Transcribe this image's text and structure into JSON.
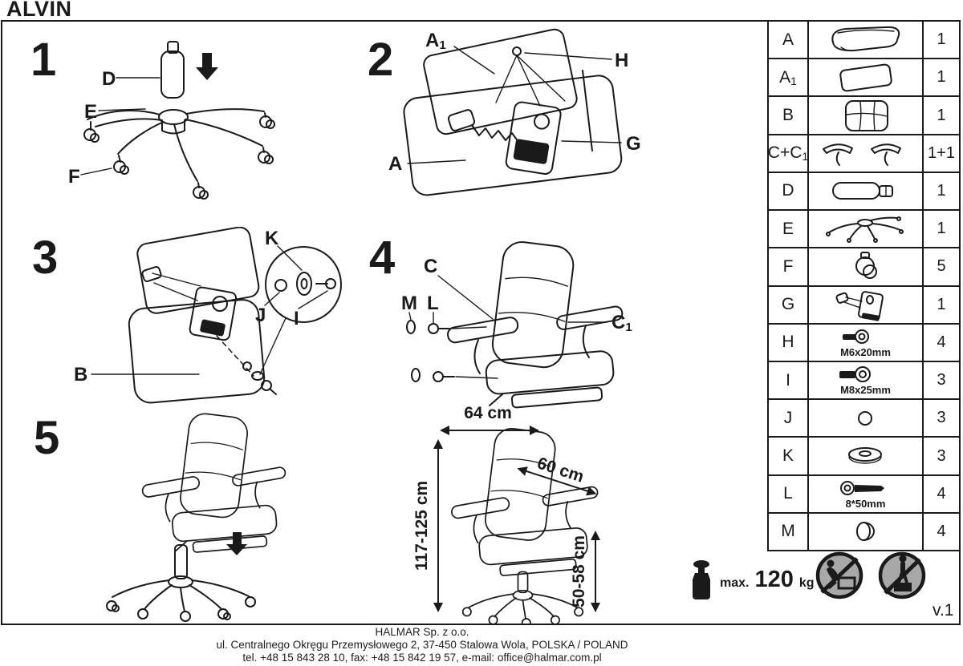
{
  "title": "ALVIN",
  "version": "v.1",
  "step_numbers": {
    "s1": "1",
    "s2": "2",
    "s3": "3",
    "s4": "4",
    "s5": "5"
  },
  "labels": {
    "step1": {
      "d": "D",
      "e": "E",
      "f": "F"
    },
    "step2": {
      "a1_main": "A",
      "a1_sub": "1",
      "h": "H",
      "g": "G",
      "a": "A"
    },
    "step3": {
      "k": "K",
      "j": "J",
      "i": "I",
      "b": "B"
    },
    "step4": {
      "c": "C",
      "m": "M",
      "l": "L",
      "c1_main": "C",
      "c1_sub": "1"
    }
  },
  "dimensions": {
    "width": "64 cm",
    "depth": "60 cm",
    "height": "117-125 cm",
    "seat_height": "50-58 cm"
  },
  "weight_limit": {
    "prefix": "max.",
    "value": "120",
    "unit": "kg"
  },
  "parts_table": {
    "rows": [
      {
        "id": "A",
        "qty": "1",
        "icon": "seat-cushion"
      },
      {
        "id": "A",
        "id_sub": "1",
        "qty": "1",
        "icon": "seat-plate"
      },
      {
        "id": "B",
        "qty": "1",
        "icon": "backrest"
      },
      {
        "id": "C+C",
        "id_sub": "1",
        "qty": "1+1",
        "icon": "armrest-pair"
      },
      {
        "id": "D",
        "qty": "1",
        "icon": "gas-lift"
      },
      {
        "id": "E",
        "qty": "1",
        "icon": "star-base"
      },
      {
        "id": "F",
        "qty": "5",
        "icon": "caster-wheel"
      },
      {
        "id": "G",
        "qty": "1",
        "icon": "tilt-mechanism"
      },
      {
        "id": "H",
        "qty": "4",
        "icon": "bolt",
        "spec": "M6x20mm"
      },
      {
        "id": "I",
        "qty": "3",
        "icon": "bolt",
        "spec": "M8x25mm"
      },
      {
        "id": "J",
        "qty": "3",
        "icon": "ring-washer"
      },
      {
        "id": "K",
        "qty": "3",
        "icon": "flat-washer"
      },
      {
        "id": "L",
        "qty": "4",
        "icon": "bolt-long",
        "spec": "8*50mm"
      },
      {
        "id": "M",
        "qty": "4",
        "icon": "cap"
      }
    ]
  },
  "footer": {
    "line1": "HALMAR Sp. z o.o.",
    "line2": "ul. Centralnego Okręgu Przemysłowego 2, 37-450 Stalowa Wola, POLSKA / POLAND",
    "line3": "tel. +48 15 843 28 10, fax: +48 15 842 19 57, e-mail: office@halmar.com.pl"
  },
  "colors": {
    "ink": "#1a1a1a",
    "prohibition_fill": "#a8a8a8",
    "background": "#ffffff"
  }
}
